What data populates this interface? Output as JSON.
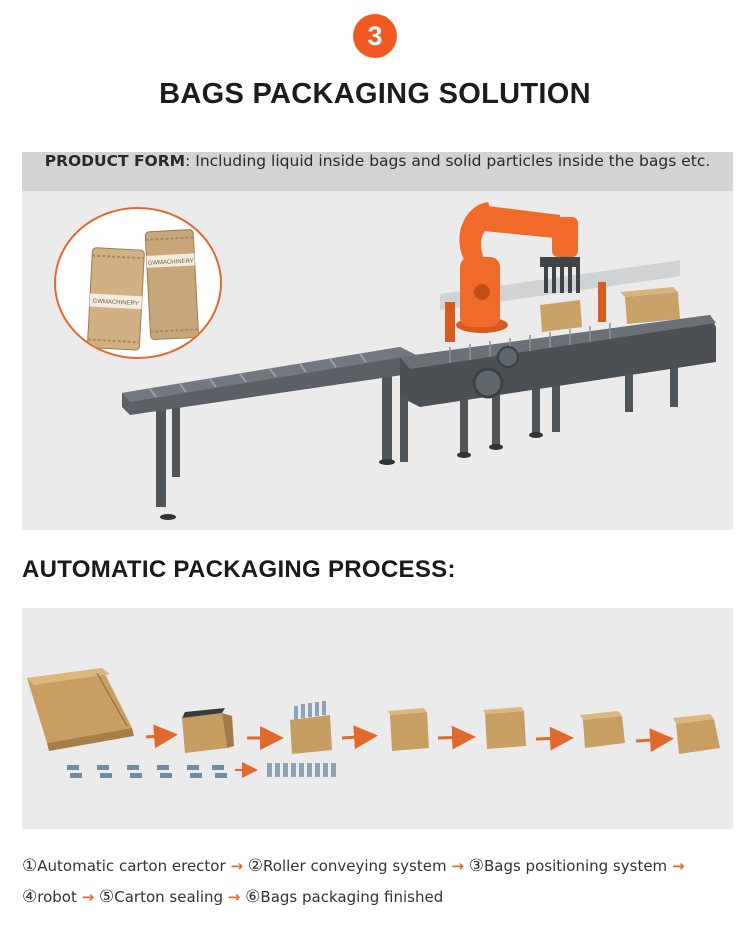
{
  "badge": "3",
  "title": "BAGS PACKAGING SOLUTION",
  "product_form": {
    "label": "PRODUCT FORM",
    "text": ": Including liquid inside bags and solid particles inside the bags etc."
  },
  "bag_logo": "GWMACHINERY",
  "section_title": "AUTOMATIC PACKAGING PROCESS:",
  "colors": {
    "accent": "#f05a22",
    "robot": "#f26a2a",
    "frame": "#555b60",
    "carton": "#c9a26a"
  },
  "process": [
    {
      "num": "①",
      "label": "Automatic carton erector"
    },
    {
      "num": "②",
      "label": "Roller conveying system"
    },
    {
      "num": "③",
      "label": "Bags positioning system"
    },
    {
      "num": "④",
      "label": "robot"
    },
    {
      "num": "⑤",
      "label": "Carton sealing"
    },
    {
      "num": "⑥",
      "label": "Bags packaging finished"
    }
  ],
  "arrow": "→"
}
